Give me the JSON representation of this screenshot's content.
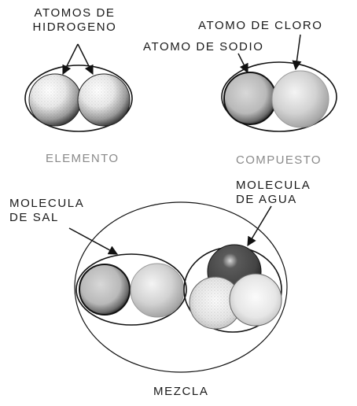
{
  "element": {
    "label_line1": "ATOMOS DE",
    "label_line2": "HIDROGENO",
    "caption": "ELEMENTO"
  },
  "compound": {
    "chlorine_label": "ATOMO DE CLORO",
    "sodium_label": "ATOMO DE SODIO",
    "caption": "COMPUESTO"
  },
  "mixture": {
    "salt_label_line1": "MOLECULA",
    "salt_label_line2": "DE SAL",
    "water_label_line1": "MOLECULA",
    "water_label_line2": "DE AGUA",
    "caption": "MEZCLA"
  }
}
